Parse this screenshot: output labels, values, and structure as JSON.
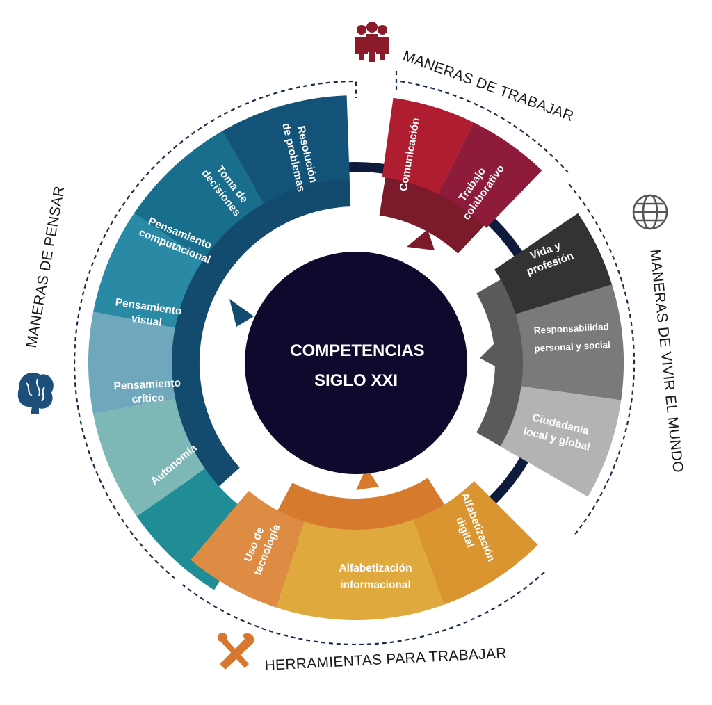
{
  "center": {
    "line1": "COMPETENCIAS",
    "line2": "SIGLO XXI"
  },
  "colors": {
    "center": "#0e0a2e",
    "ring": "#0e1b3d",
    "pensar_band": "#134b6e",
    "trabajar_band": "#7a1a2a",
    "vivir_band": "#5a5a5a",
    "herramientas_band": "#d67a2e",
    "dash": "#1a2a4a"
  },
  "categories": {
    "pensar": {
      "label": "MANERAS DE PENSAR",
      "icon": "brain-icon",
      "color": "#1d4f7a"
    },
    "trabajar": {
      "label": "MANERAS DE TRABAJAR",
      "icon": "people-icon",
      "color": "#8b1a2b"
    },
    "vivir": {
      "label": "MANERAS DE VIVIR EL MUNDO",
      "icon": "globe-icon",
      "color": "#555555"
    },
    "herramientas": {
      "label": "HERRAMIENTAS PARA TRABAJAR",
      "icon": "tools-icon",
      "color": "#d8772f"
    }
  },
  "segments": {
    "autonomia": {
      "label": "Autonomía",
      "color": "#1f8c96"
    },
    "critico": {
      "line1": "Pensamiento",
      "line2": "crítico",
      "color": "#7db8b6"
    },
    "visual": {
      "line1": "Pensamiento",
      "line2": "visual",
      "color": "#6fa8bc"
    },
    "computacional": {
      "line1": "Pensamiento",
      "line2": "computacional",
      "color": "#2a8aa5"
    },
    "decisiones": {
      "line1": "Toma de",
      "line2": "decisiones",
      "color": "#1a6e8d"
    },
    "problemas": {
      "line1": "Resolución",
      "line2": "de problemas",
      "color": "#13537a"
    },
    "comunicacion": {
      "label": "Comunicación",
      "color": "#b01c30"
    },
    "colaborativo": {
      "line1": "Trabajo",
      "line2": "colaborativo",
      "color": "#8e1b39"
    },
    "vida": {
      "line1": "Vida y",
      "line2": "profesión",
      "color": "#333333"
    },
    "responsabilidad": {
      "line1": "Responsabilidad",
      "line2": "personal y social",
      "color": "#7a7a7a"
    },
    "ciudadania": {
      "line1": "Ciudadanía",
      "line2": "local y global",
      "color": "#b3b3b3"
    },
    "tecnologia": {
      "line1": "Uso de",
      "line2": "tecnología",
      "color": "#de8c44"
    },
    "informacional": {
      "line1": "Alfabetización",
      "line2": "informacional",
      "color": "#e0a93e"
    },
    "digital": {
      "line1": "Alfabetización",
      "line2": "digital",
      "color": "#da9530"
    }
  }
}
